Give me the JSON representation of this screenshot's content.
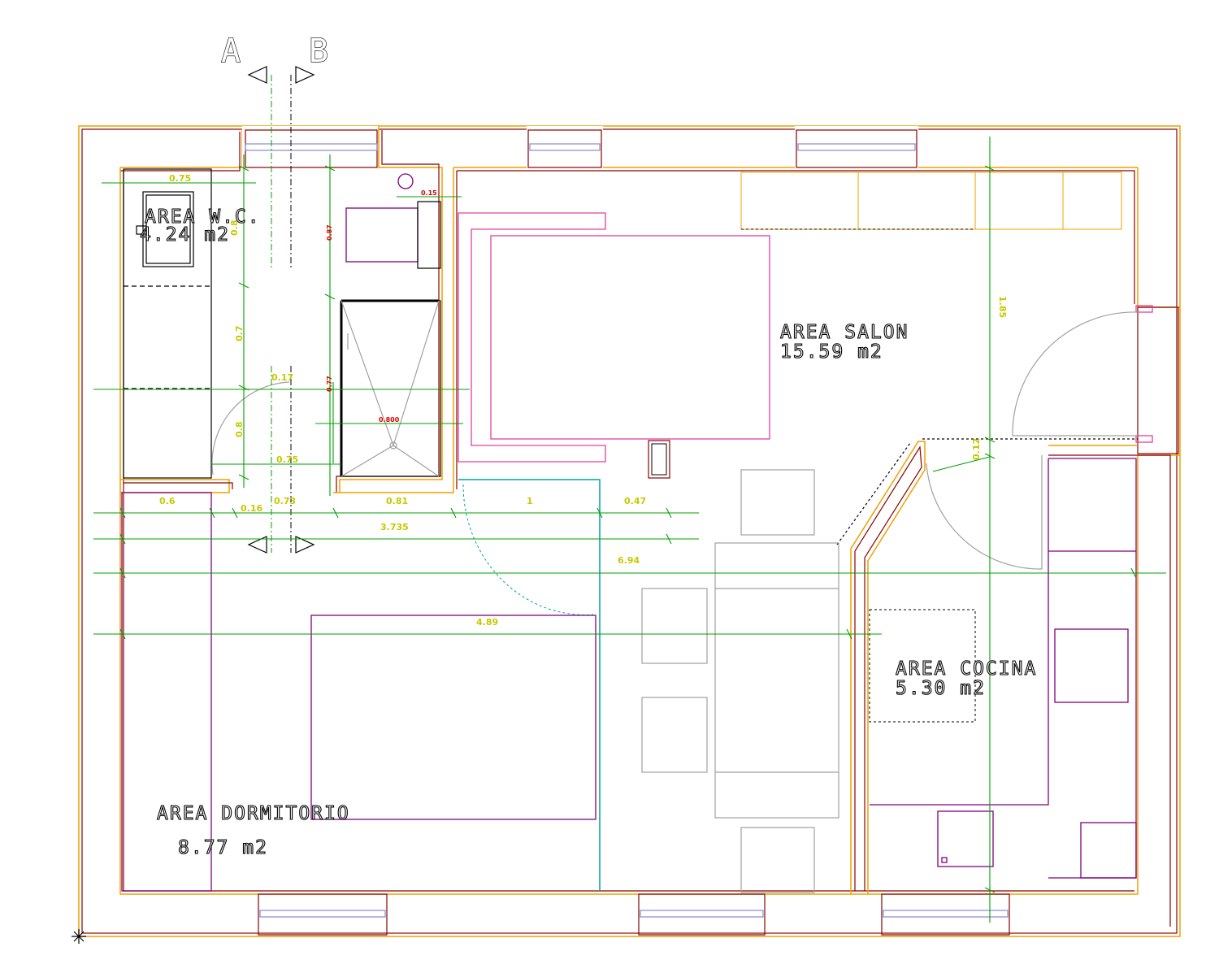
{
  "section_markers": {
    "a": "A",
    "b": "B"
  },
  "rooms": {
    "wc": {
      "name": "AREA W.C.",
      "area": "4.24 m2"
    },
    "salon": {
      "name": "AREA SALON",
      "area": "15.59 m2"
    },
    "cocina": {
      "name": "AREA COCINA",
      "area": "5.30 m2"
    },
    "dormitorio": {
      "name": "AREA DORMITORIO",
      "area": "8.77 m2"
    }
  },
  "dimensions": {
    "d_0_6": "0.6",
    "d_0_16": "0.16",
    "d_0_73": "0.73",
    "d_0_81": "0.81",
    "d_1": "1",
    "d_0_47": "0.47",
    "d_3_735": "3.735",
    "d_6_94": "6.94",
    "d_4_89": "4.89",
    "d_0_17": "0.17",
    "d_0_75_top": "0.75",
    "d_0_75_mid": "0.75",
    "d_1_85": "1.85",
    "d_0_12": "0.12",
    "d_v1": "0.8",
    "d_v2": "0.7",
    "d_v3": "0.8",
    "red_0_15": "0.15",
    "red_0_87": "0.87",
    "red_0_77": "0.77",
    "red_0_800": "0.800"
  },
  "colors": {
    "background": "#ffffff",
    "wall_outer": "#f0a000",
    "wall_inner": "#8b0000",
    "window": "#e040a0",
    "furniture": "#800080",
    "dimension_line": "#00a000",
    "dimension_text": "#c8c800",
    "door_swing": "#00aaaa"
  }
}
